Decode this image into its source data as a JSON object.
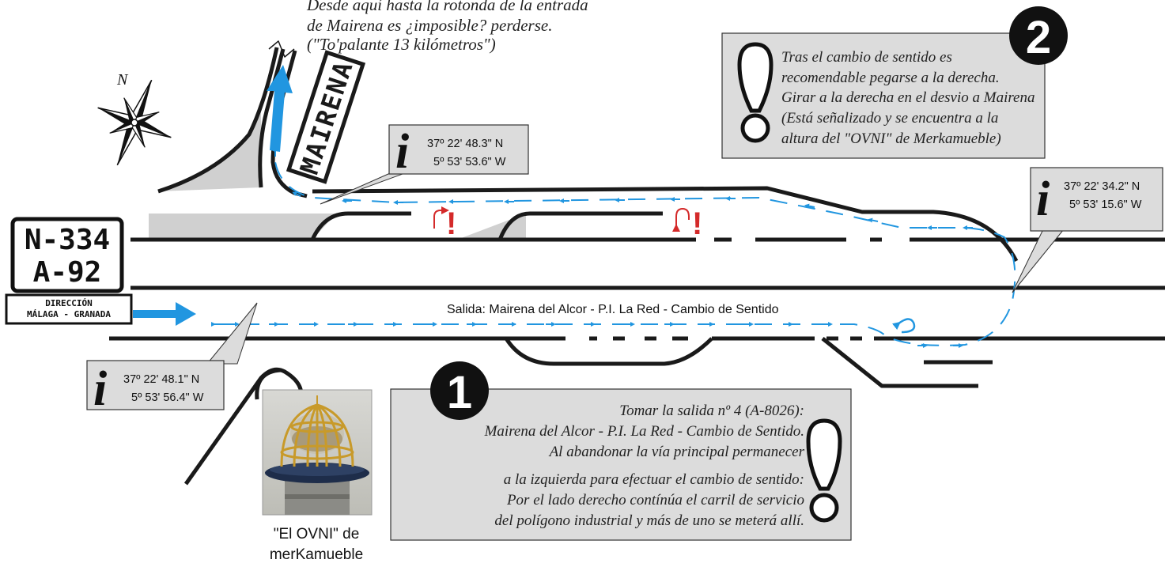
{
  "top_note": {
    "line1": "Desde aquí hasta la rotonda de la entrada",
    "line2": "de Mairena es ¿imposible? perderse.",
    "line3": "(\"To'palante 13 kilómetros\")"
  },
  "compass": {
    "north_label": "N"
  },
  "mairena_sign": {
    "text": "MAIRENA"
  },
  "road_sign": {
    "line1": "N-334",
    "line2": "A-92",
    "direction_line1": "DIRECCIÓN",
    "direction_line2": "MÁLAGA - GRANADA"
  },
  "exit_label": "Salida: Mairena del Alcor - P.I. La Red - Cambio de Sentido",
  "info_boxes": [
    {
      "icon_letter": "i",
      "lat": "37º 22' 48.3\" N",
      "lon": "5º 53' 53.6\" W"
    },
    {
      "icon_letter": "i",
      "lat": "37º 22' 34.2\" N",
      "lon": "5º 53' 15.6\" W"
    },
    {
      "icon_letter": "i",
      "lat": "37º 22' 48.1\" N",
      "lon": "5º 53' 56.4\" W"
    }
  ],
  "note_1": {
    "number": "1",
    "lines": [
      "Tomar la salida nº 4 (A-8026):",
      "Mairena del Alcor - P.I. La Red - Cambio de Sentido.",
      "Al abandonar la vía principal permanecer",
      "a la izquierda para efectuar el cambio de sentido:",
      "Por el lado derecho contínúa el carril de servicio",
      "del polígono industrial y más de uno se meterá allí."
    ]
  },
  "note_2": {
    "number": "2",
    "lines": [
      "Tras el cambio de sentido es",
      "recomendable pegarse a la derecha.",
      "Girar a la derecha en el desvio a Mairena",
      "(Está señalizado y se encuentra a la",
      "altura del \"OVNI\" de Merkamueble)"
    ]
  },
  "ovni_caption": {
    "line1": "\"El OVNI\" de",
    "line2": "merKamueble"
  },
  "warning_mark": "!",
  "colors": {
    "route_blue": "#2196e0",
    "box_gray": "#dcdcdc",
    "warning_red": "#d42a2a"
  }
}
